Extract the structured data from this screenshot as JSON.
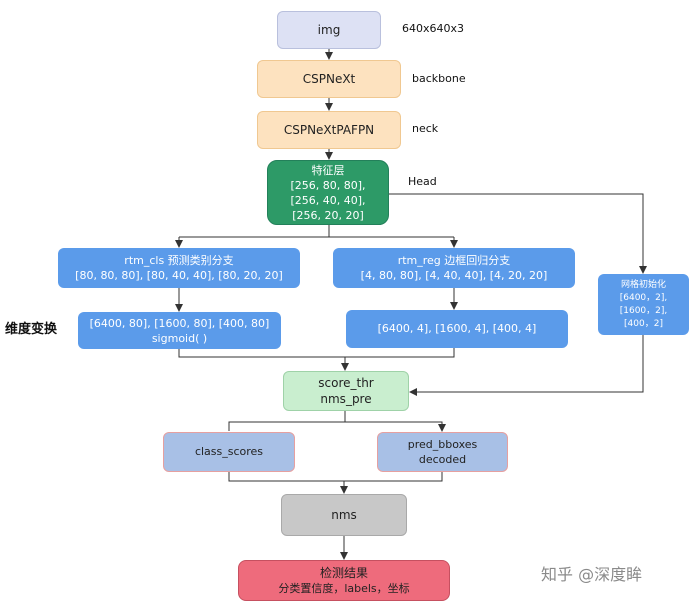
{
  "nodes": {
    "img": "img",
    "backbone": "CSPNeXt",
    "neck": "CSPNeXtPAFPN",
    "head": [
      "特征层",
      "[256, 80, 80],",
      "[256, 40, 40],",
      "[256, 20, 20]"
    ],
    "rtm_cls": [
      "rtm_cls 预测类别分支",
      "[80, 80, 80], [80, 40, 40], [80, 20, 20]"
    ],
    "rtm_reg": [
      "rtm_reg 边框回归分支",
      "[4, 80, 80], [4, 40, 40], [4, 20, 20]"
    ],
    "grid_init": [
      "网格初始化",
      "[6400，2],",
      "[1600，2],",
      "[400，2]"
    ],
    "cls_reshape": [
      "[6400, 80], [1600, 80], [400, 80]",
      "sigmoid( )"
    ],
    "reg_reshape": "[6400, 4], [1600, 4], [400, 4]",
    "score_thr": [
      "score_thr",
      "nms_pre"
    ],
    "class_scores": "class_scores",
    "pred_bboxes": [
      "pred_bboxes",
      "decoded"
    ],
    "nms": "nms",
    "result": [
      "检测结果",
      "分类置信度，labels，坐标"
    ]
  },
  "labels": {
    "input_size": "640x640x3",
    "backbone": "backbone",
    "neck": "neck",
    "head": "Head",
    "dim_transform": "维度变换"
  },
  "watermark": "知乎 @深度眸",
  "colors": {
    "img": "#dde1f4",
    "backbone": "#fde2bf",
    "head": "#2d9a67",
    "branch": "#5b9bea",
    "score": "#c9eecf",
    "scores": "#a8c0e6",
    "nms": "#c8c8c8",
    "result": "#ee6b7c"
  }
}
